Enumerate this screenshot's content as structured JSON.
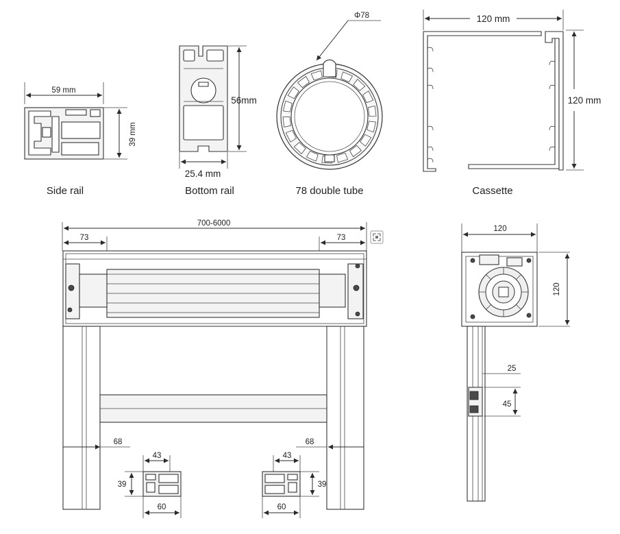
{
  "captions": {
    "side_rail": "Side rail",
    "bottom_rail": "Bottom rail",
    "double_tube": "78 double tube",
    "cassette": "Cassette"
  },
  "dimensions": {
    "side_rail_width": "59 mm",
    "side_rail_height": "39 mm",
    "bottom_rail_height": "56mm",
    "bottom_rail_width": "25.4 mm",
    "tube_diameter": "Φ78",
    "cassette_width": "120 mm",
    "cassette_height": "120 mm",
    "front_total_width": "700-6000",
    "front_left_offset": "73",
    "front_right_offset": "73",
    "front_left_rail": "68",
    "front_right_rail": "68",
    "section_left_width": "43",
    "section_left_height": "39",
    "section_left_bottom": "60",
    "section_right_width": "43",
    "section_right_height": "39",
    "section_right_bottom": "60",
    "side_view_width": "120",
    "side_view_height": "120",
    "side_view_rail": "25",
    "side_view_bar": "45"
  },
  "icons": {
    "expand": "fullscreen-expand-icon"
  }
}
